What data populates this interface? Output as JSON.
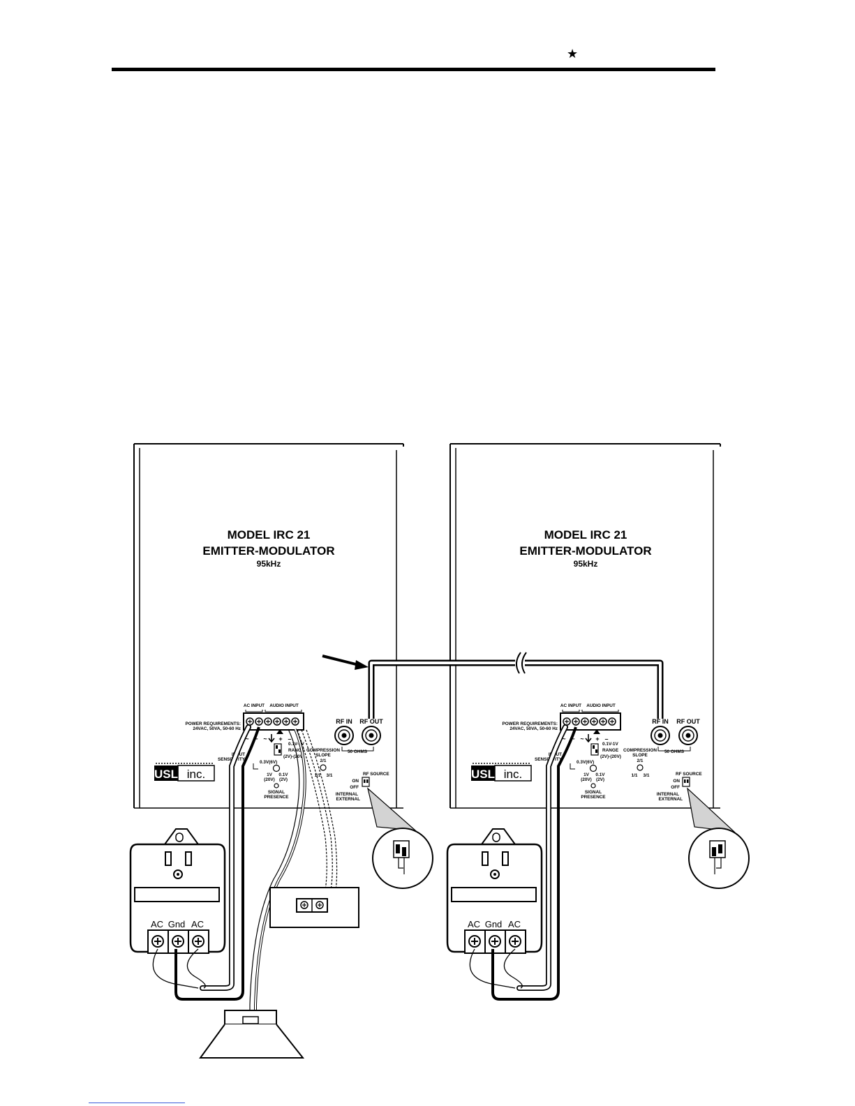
{
  "header": {
    "mark": "★"
  },
  "units": [
    {
      "title_line1": "MODEL IRC 21",
      "title_line2": "EMITTER-MODULATOR",
      "title_line3": "95kHz",
      "ac_input": "AC INPUT",
      "audio_input": "AUDIO INPUT",
      "power_req_1": "POWER REQUIREMENTS:",
      "power_req_2": "24VAC, 50VA, 50-60 Hz",
      "rf_in": "RF IN",
      "rf_out": "RF OUT",
      "ohms": "50 OHMS",
      "compression": "COMPRESSION",
      "slope": "SLOPE",
      "ratio_2": "2/1",
      "ratio_1": "1/1",
      "ratio_3": "3/1",
      "input_sensitivity_1": "INPUT",
      "input_sensitivity_2": "SENSITIVITY",
      "range_top": "0.1V-1V",
      "range": "RANGE",
      "range_bottom": "(2V)-(20V)",
      "sens_left": "1V",
      "sens_left_b": "(20V)",
      "sens_right": "0.1V",
      "sens_right_b": "(2V)",
      "volt_label": "0.3V(6V)",
      "signal_1": "SIGNAL",
      "signal_2": "PRESENCE",
      "rf_source": "RF SOURCE",
      "on": "ON",
      "off": "OFF",
      "internal": "INTERNAL",
      "external": "EXTERNAL",
      "logo_a": "USL",
      "logo_b": "inc."
    },
    {
      "title_line1": "MODEL IRC 21",
      "title_line2": "EMITTER-MODULATOR",
      "title_line3": "95kHz",
      "ac_input": "AC INPUT",
      "audio_input": "AUDIO INPUT",
      "power_req_1": "POWER REQUIREMENTS:",
      "power_req_2": "24VAC, 50VA, 50-60 Hz",
      "rf_in": "RF IN",
      "rf_out": "RF OUT",
      "ohms": "50 OHMS",
      "compression": "COMPRESSION",
      "slope": "SLOPE",
      "ratio_2": "2/1",
      "ratio_1": "1/1",
      "ratio_3": "3/1",
      "input_sensitivity_1": "INPUT",
      "input_sensitivity_2": "SENSITIVITY",
      "range_top": "0.1V-1V",
      "range": "RANGE",
      "range_bottom": "(2V)-(20V)",
      "sens_left": "1V",
      "sens_left_b": "(20V)",
      "sens_right": "0.1V",
      "sens_right_b": "(2V)",
      "volt_label": "0.3V(6V)",
      "signal_1": "SIGNAL",
      "signal_2": "PRESENCE",
      "rf_source": "RF SOURCE",
      "on": "ON",
      "off": "OFF",
      "internal": "INTERNAL",
      "external": "EXTERNAL",
      "logo_a": "USL",
      "logo_b": "inc."
    }
  ],
  "transformers": [
    {
      "t1": "AC",
      "t2": "Gnd",
      "t3": "AC"
    },
    {
      "t1": "AC",
      "t2": "Gnd",
      "t3": "AC"
    }
  ],
  "colors": {
    "ink": "#000000",
    "paper": "#ffffff",
    "link": "#3b5bd8"
  }
}
